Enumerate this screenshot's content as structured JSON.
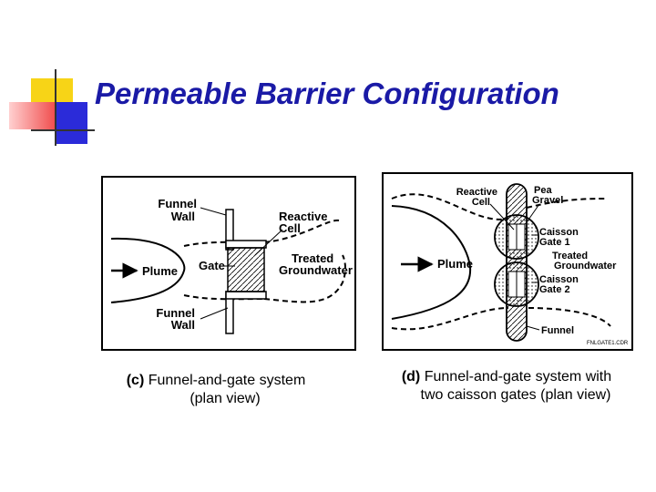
{
  "slide": {
    "title": "Permeable Barrier Configuration",
    "accent_colors": {
      "title": "#1a1aa6",
      "yellow": "#f7d417",
      "red": "#f04a4a",
      "blue": "#2b2bd9"
    }
  },
  "diagram_c": {
    "labels": {
      "funnel_wall_top_1": "Funnel",
      "funnel_wall_top_2": "Wall",
      "reactive_cell_1": "Reactive",
      "reactive_cell_2": "Cell",
      "plume": "Plume",
      "gate": "Gate",
      "treated_1": "Treated",
      "treated_2": "Groundwater",
      "funnel_wall_bottom_1": "Funnel",
      "funnel_wall_bottom_2": "Wall"
    },
    "caption": {
      "letter": "(c)",
      "line1": "Funnel-and-gate system",
      "line2": "(plan view)"
    }
  },
  "diagram_d": {
    "labels": {
      "reactive_cell_1": "Reactive",
      "reactive_cell_2": "Cell",
      "pea_gravel_1": "Pea",
      "pea_gravel_2": "Gravel",
      "caisson_gate1_1": "Caisson",
      "caisson_gate1_2": "Gate 1",
      "treated_1": "Treated",
      "treated_2": "Groundwater",
      "plume": "Plume",
      "caisson_gate2_1": "Caisson",
      "caisson_gate2_2": "Gate 2",
      "funnel": "Funnel",
      "file_id": "FNLGATE1.CDR"
    },
    "caption": {
      "letter": "(d)",
      "line1": "Funnel-and-gate system with",
      "line2": "two caisson gates (plan view)"
    }
  }
}
